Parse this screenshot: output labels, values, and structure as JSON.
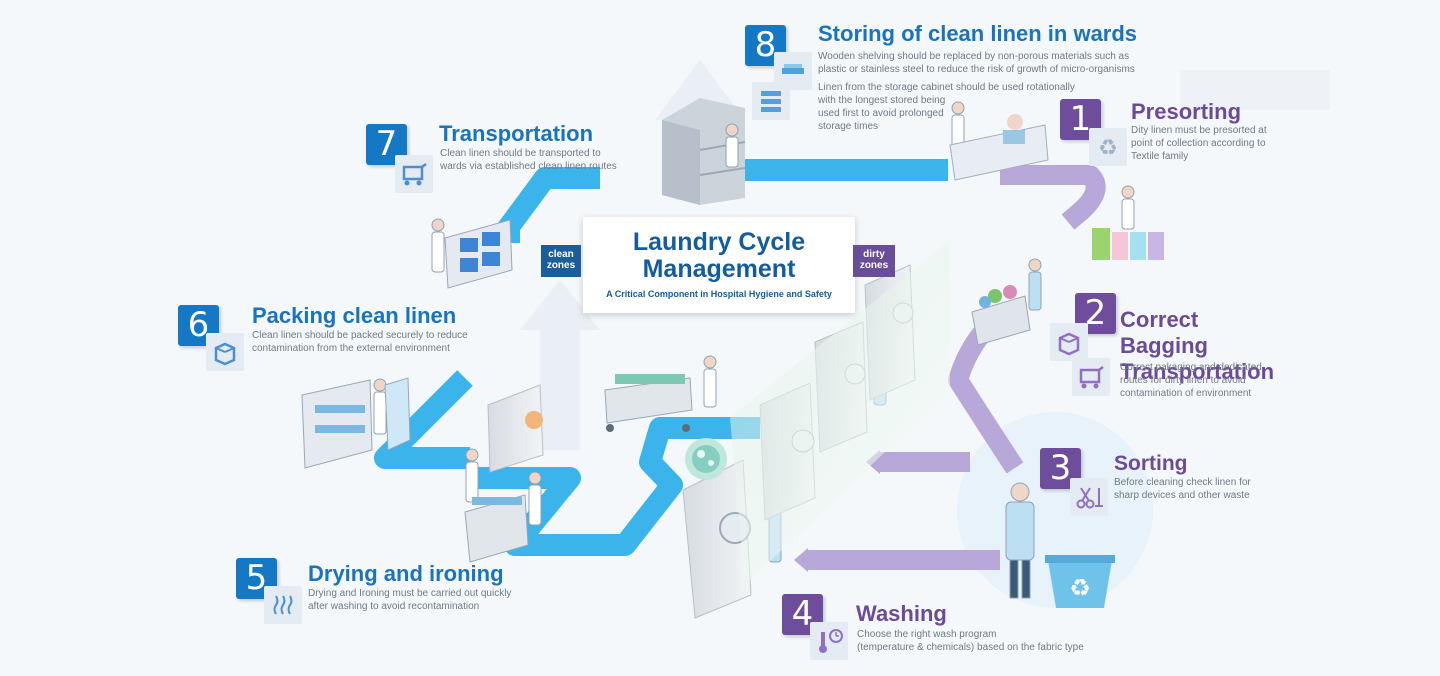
{
  "center": {
    "title": "Laundry Cycle\nManagement",
    "subtitle": "A Critical Component in Hospital Hygiene and Safety"
  },
  "zones": {
    "clean": "clean\nzones",
    "dirty": "dirty\nzones"
  },
  "steps": [
    {
      "num": "1",
      "title": "Presorting",
      "desc": "Dity linen must be presorted at\npoint of collection according to\nTextile family",
      "icon": "recycle-icon"
    },
    {
      "num": "2",
      "title": "Correct Bagging\nTransportation",
      "desc": "Correct pakaging and dedicated\nroutes for dirty linen to avoid\ncontamination of environment",
      "icons": [
        "box-icon",
        "cart-icon"
      ]
    },
    {
      "num": "3",
      "title": "Sorting",
      "desc": "Before cleaning check linen for\nsharp devices and other waste",
      "icon": "scissors-icon"
    },
    {
      "num": "4",
      "title": "Washing",
      "desc": "Choose the right wash program\n(temperature & chemicals) based on the fabric type",
      "icon": "thermometer-clock-icon"
    },
    {
      "num": "5",
      "title": "Drying and ironing",
      "desc": "Drying and Ironing must be carried out quickly\nafter washing to avoid recontamination",
      "icon": "steam-icon"
    },
    {
      "num": "6",
      "title": "Packing clean linen",
      "desc": "Clean linen should be packed securely to reduce\ncontamination from the external environment",
      "icon": "box-icon"
    },
    {
      "num": "7",
      "title": "Transportation",
      "desc": "Clean linen should be transported to\nwards via established clean linen routes",
      "icon": "cart-icon"
    },
    {
      "num": "8",
      "title": "Storing of clean linen in wards",
      "desc": "Wooden shelving should be replaced by non-porous materials such as\nplastic or stainless steel to reduce the risk of growth of micro-organisms",
      "desc2": "Linen from the storage cabinet should be used rotationally\nwith the longest stored being\nused first to avoid prolonged\nstorage times",
      "icons": [
        "folded-linen-icon",
        "shelf-list-icon"
      ]
    }
  ],
  "colors": {
    "clean_path": "#3ab4ea",
    "dirty_path": "#b7a8d9",
    "blue": "#1a73be",
    "purple": "#6b4b99"
  }
}
